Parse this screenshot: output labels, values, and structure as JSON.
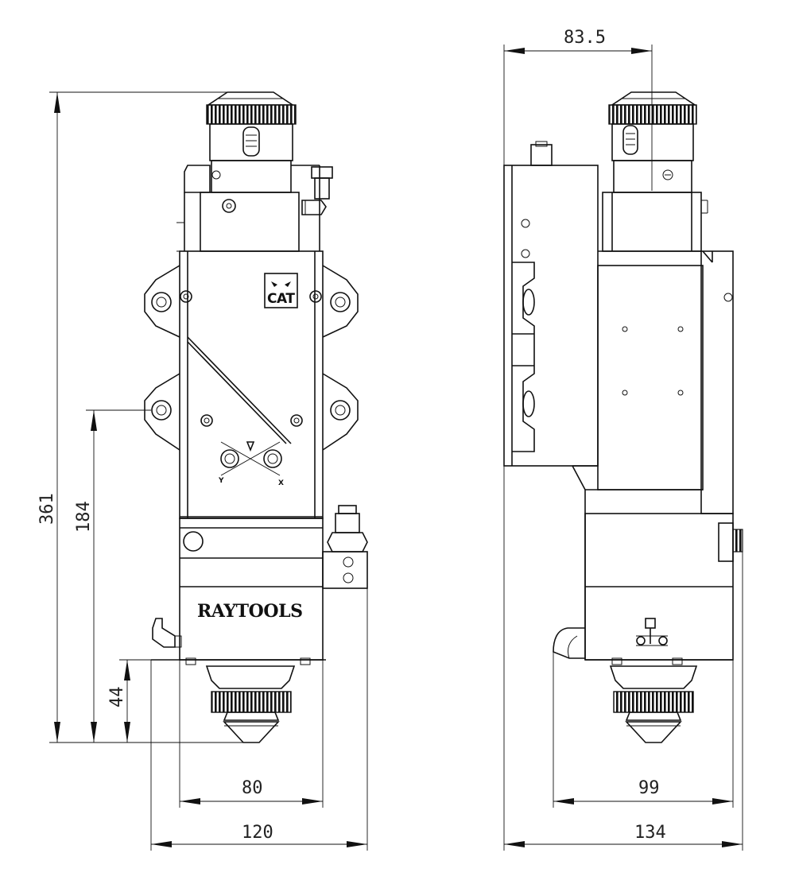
{
  "brand": "RAYTOOLS",
  "logo": "CAT",
  "axis_labels": {
    "y": "Y",
    "x": "X"
  },
  "dimensions": {
    "front_total_height": "361",
    "front_mid_height": "184",
    "front_nozzle_height": "44",
    "front_body_width": "80",
    "front_total_width": "120",
    "side_top_offset": "83.5",
    "side_body_width": "99",
    "side_total_width": "134"
  },
  "views": [
    "front-view",
    "side-view"
  ]
}
